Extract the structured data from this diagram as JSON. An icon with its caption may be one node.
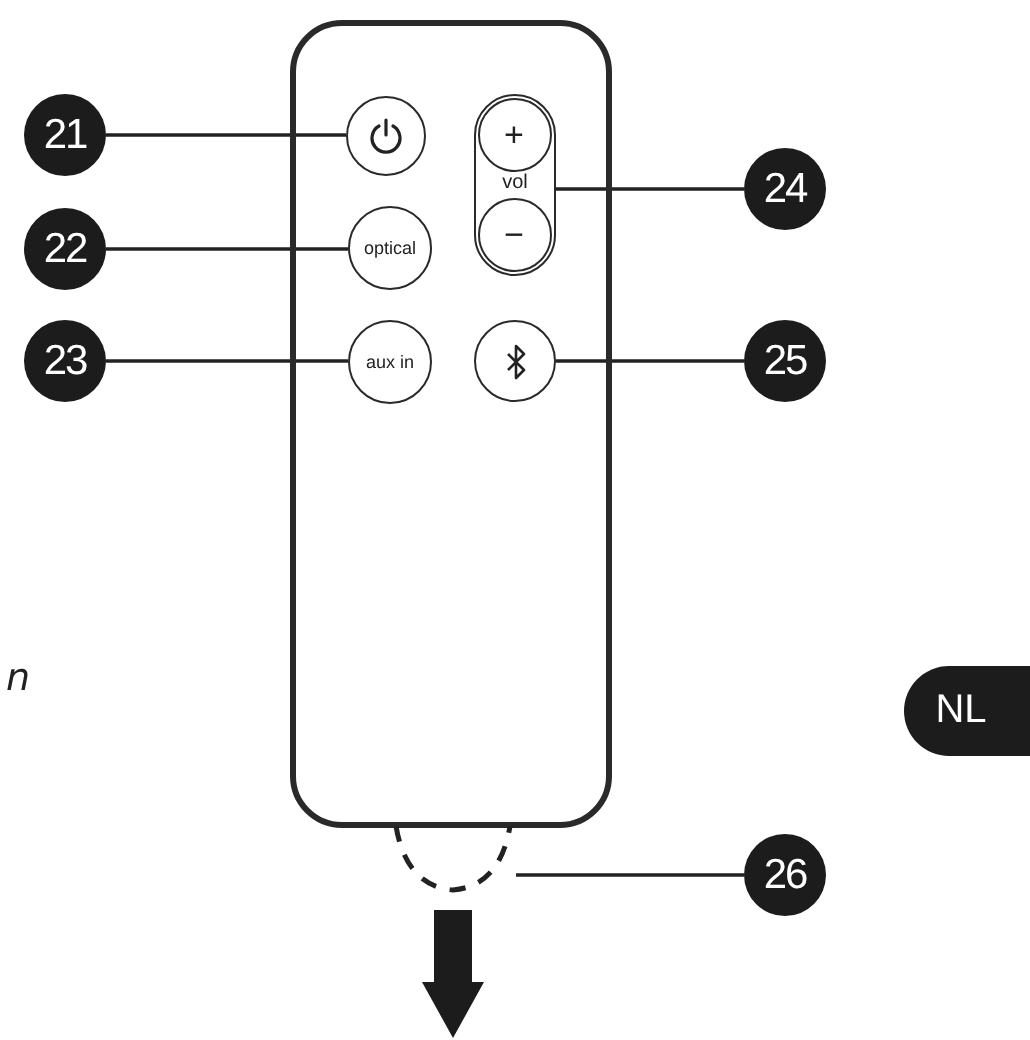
{
  "diagram": {
    "nodes": [
      {
        "text": [],
        "shape": "box"
      },
      {
        "text": [],
        "shape": "circle",
        "in": 0
      },
      {
        "text": [
          "vol"
        ],
        "in": 0
      },
      {
        "text": [
          "+"
        ],
        "in": 2
      },
      {
        "text": [
          "−"
        ],
        "in": 2
      },
      {
        "text": [
          "optical"
        ],
        "in": 0
      },
      {
        "text": [
          "aux in"
        ],
        "in": 0
      },
      {
        "text": [],
        "shape": "circle",
        "in": 0
      },
      {
        "text": [],
        "shape": "arc"
      },
      {
        "text": [
          "21"
        ]
      },
      {
        "text": [
          "22"
        ]
      },
      {
        "text": [
          "23"
        ]
      },
      {
        "text": [
          "24"
        ]
      },
      {
        "text": [
          "25"
        ]
      },
      {
        "text": [
          "26"
        ]
      },
      {
        "text": [
          "NL"
        ]
      }
    ],
    "edges": [
      {
        "from": 9,
        "to": 1,
        "arrow": "none"
      },
      {
        "from": 10,
        "to": 5,
        "arrow": "none"
      },
      {
        "from": 11,
        "to": 6,
        "arrow": "none"
      },
      {
        "from": 12,
        "to": 2,
        "arrow": "none"
      },
      {
        "from": 13,
        "to": 7,
        "arrow": "none"
      },
      {
        "from": 14,
        "to": 8,
        "arrow": "none"
      }
    ],
    "labels": [
      "n"
    ]
  }
}
